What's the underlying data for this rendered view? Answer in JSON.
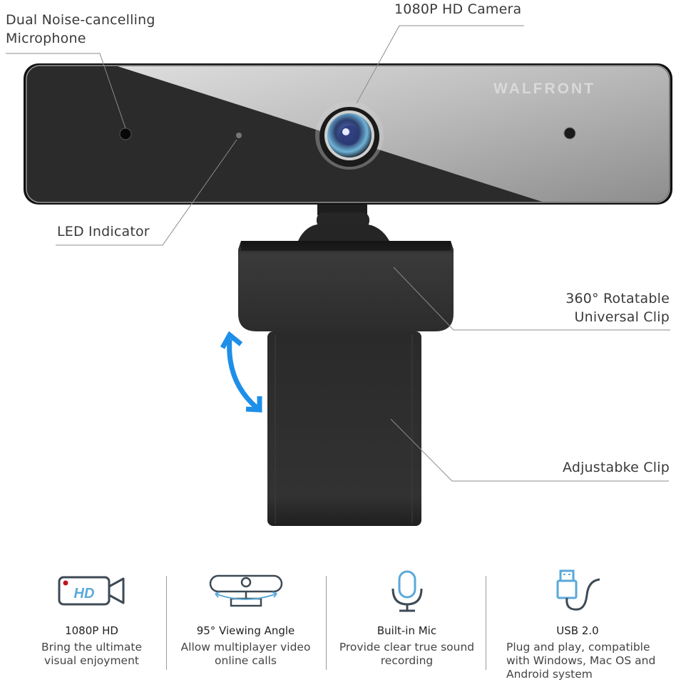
{
  "product": {
    "brand": "WALFRONT",
    "colors": {
      "body_dark": "#2b2b2b",
      "body_glossy": "#b9b9b9",
      "accent_blue": "#1e8fe8",
      "icon_blue": "#5aa9d9",
      "icon_gray": "#3d4a55",
      "record_dot": "#c0141c"
    }
  },
  "callouts": {
    "microphone": "Dual Noise-cancelling\nMicrophone",
    "microphone_line1": "Dual Noise-cancelling",
    "microphone_line2": "Microphone",
    "camera": "1080P HD Camera",
    "led": "LED Indicator",
    "clip_line1": "360° Rotatable",
    "clip_line2": "Universal Clip",
    "adjustable": "Adjustabke Clip"
  },
  "features": [
    {
      "icon": "hd-camera-icon",
      "title": "1080P HD",
      "desc_line1": "Bring the ultimate",
      "desc_line2": "visual enjoyment",
      "desc_line3": ""
    },
    {
      "icon": "viewing-angle-icon",
      "title": "95° Viewing Angle",
      "desc_line1": "Allow multiplayer video",
      "desc_line2": "online calls",
      "desc_line3": ""
    },
    {
      "icon": "microphone-icon",
      "title": "Built-in Mic",
      "desc_line1": "Provide clear true sound",
      "desc_line2": "recording",
      "desc_line3": ""
    },
    {
      "icon": "usb-plug-icon",
      "title": "USB 2.0",
      "desc_line1": "Plug and play, compatible",
      "desc_line2": "with Windows, Mac OS and",
      "desc_line3": "Android system"
    }
  ],
  "icon_labels": {
    "hd_text": "HD"
  }
}
